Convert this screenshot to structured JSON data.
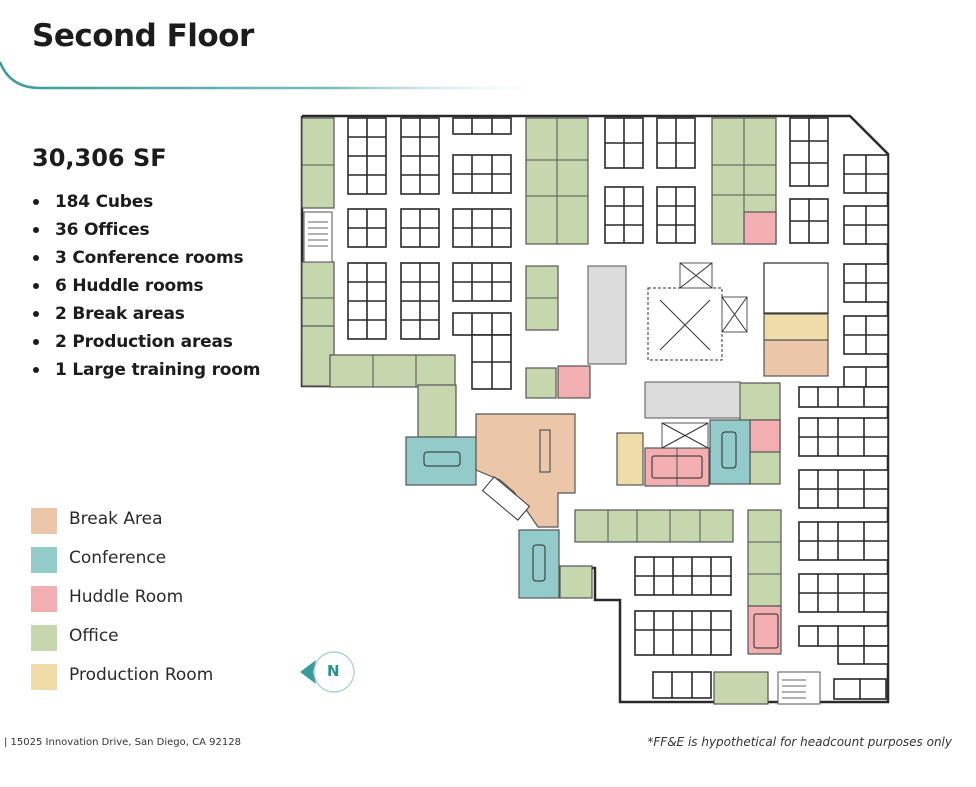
{
  "header": {
    "title": "Second Floor",
    "accent_color": "#3b9a9a"
  },
  "summary": {
    "square_feet": "30,306 SF",
    "items": [
      {
        "label": "184 Cubes"
      },
      {
        "label": "36 Offices"
      },
      {
        "label": "3 Conference rooms"
      },
      {
        "label": "6 Huddle rooms"
      },
      {
        "label": "2 Break areas"
      },
      {
        "label": "2 Production areas"
      },
      {
        "label": "1 Large training room"
      }
    ]
  },
  "legend": {
    "items": [
      {
        "label": "Break Area",
        "color": "#ecc6a8"
      },
      {
        "label": "Conference",
        "color": "#93cbcb"
      },
      {
        "label": "Huddle Room",
        "color": "#f2aeb0"
      },
      {
        "label": "Office",
        "color": "#c7d7ad"
      },
      {
        "label": "Production Room",
        "color": "#efdca8"
      }
    ]
  },
  "compass": {
    "label": "N",
    "icon": "north-arrow-icon",
    "color": "#2a8f8f"
  },
  "footer": {
    "address": "| 15025 Innovation Drive, San Diego, CA 92128",
    "disclaimer": "*FF&E is hypothetical for headcount purposes only"
  },
  "floorplan": {
    "colors": {
      "break": "#ecc6a8",
      "conference": "#93cbcb",
      "huddle": "#f2aeb0",
      "office": "#c7d7ad",
      "production": "#efdca8",
      "core": "#d8d8d8",
      "wall": "#2a2a2a"
    }
  }
}
